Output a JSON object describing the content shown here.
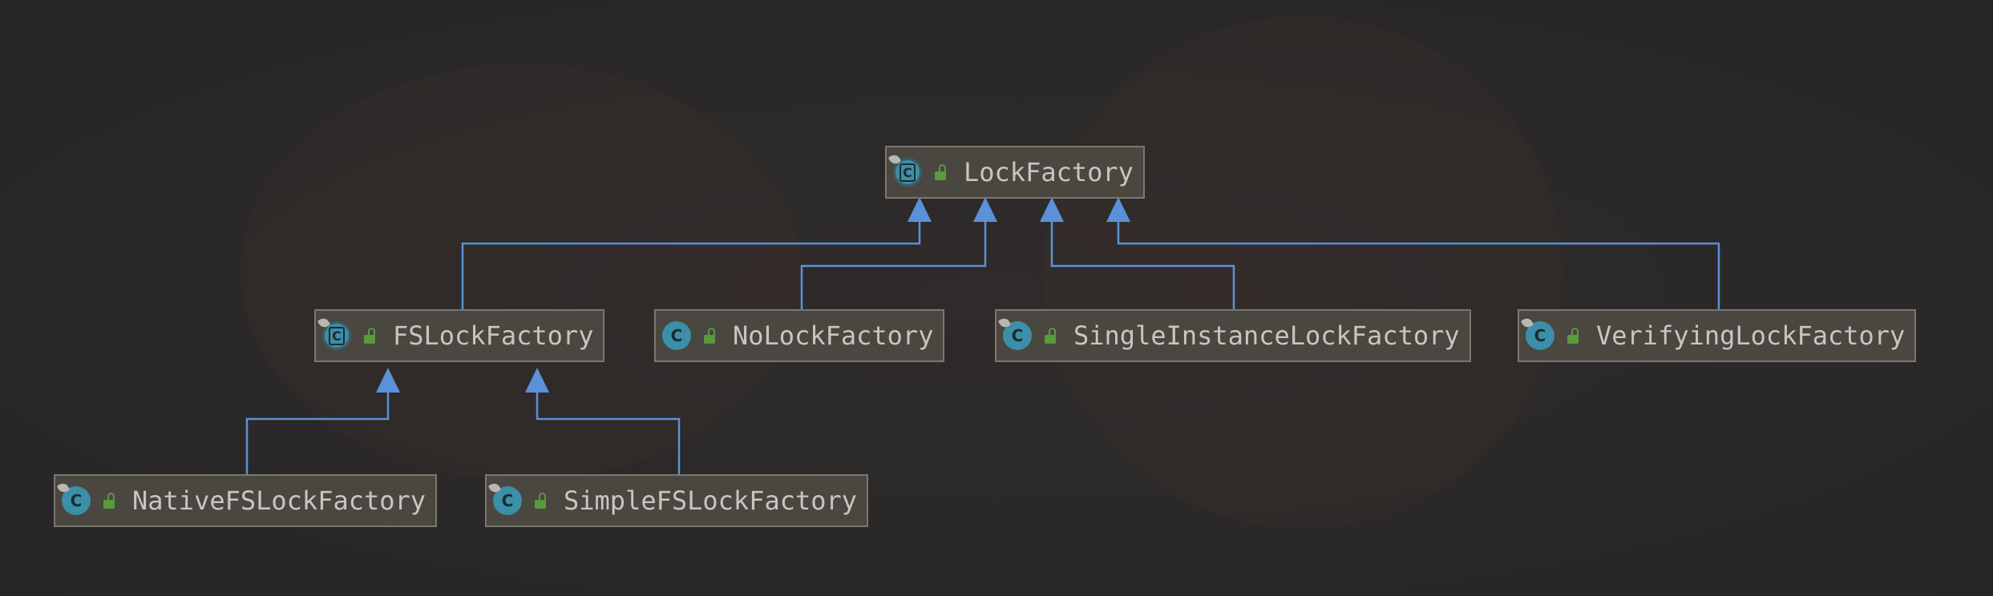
{
  "diagram": {
    "colors": {
      "edge": "#5b91d9",
      "node_fill": "#4a4640",
      "node_border": "#7b776f",
      "class_icon": "#3c8fa8",
      "public_icon": "#5a9a3c",
      "text": "#c7c6c1"
    },
    "nodes": [
      {
        "id": "lock_factory",
        "label": "LockFactory",
        "icon": "abstract-class-icon",
        "visibility_icon": "public-unlocked-icon"
      },
      {
        "id": "fs_lock_factory",
        "label": "FSLockFactory",
        "icon": "abstract-class-icon",
        "visibility_icon": "public-unlocked-icon"
      },
      {
        "id": "no_lock_factory",
        "label": "NoLockFactory",
        "icon": "class-icon",
        "visibility_icon": "public-unlocked-icon"
      },
      {
        "id": "single_instance_lock_factory",
        "label": "SingleInstanceLockFactory",
        "icon": "class-icon",
        "visibility_icon": "public-unlocked-icon"
      },
      {
        "id": "verifying_lock_factory",
        "label": "VerifyingLockFactory",
        "icon": "class-icon",
        "visibility_icon": "public-unlocked-icon"
      },
      {
        "id": "native_fs_lock_factory",
        "label": "NativeFSLockFactory",
        "icon": "class-icon",
        "visibility_icon": "public-unlocked-icon"
      },
      {
        "id": "simple_fs_lock_factory",
        "label": "SimpleFSLockFactory",
        "icon": "class-icon",
        "visibility_icon": "public-unlocked-icon"
      }
    ],
    "edges": [
      {
        "from": "fs_lock_factory",
        "to": "lock_factory",
        "type": "extends"
      },
      {
        "from": "no_lock_factory",
        "to": "lock_factory",
        "type": "extends"
      },
      {
        "from": "single_instance_lock_factory",
        "to": "lock_factory",
        "type": "extends"
      },
      {
        "from": "verifying_lock_factory",
        "to": "lock_factory",
        "type": "extends"
      },
      {
        "from": "native_fs_lock_factory",
        "to": "fs_lock_factory",
        "type": "extends"
      },
      {
        "from": "simple_fs_lock_factory",
        "to": "fs_lock_factory",
        "type": "extends"
      }
    ]
  }
}
